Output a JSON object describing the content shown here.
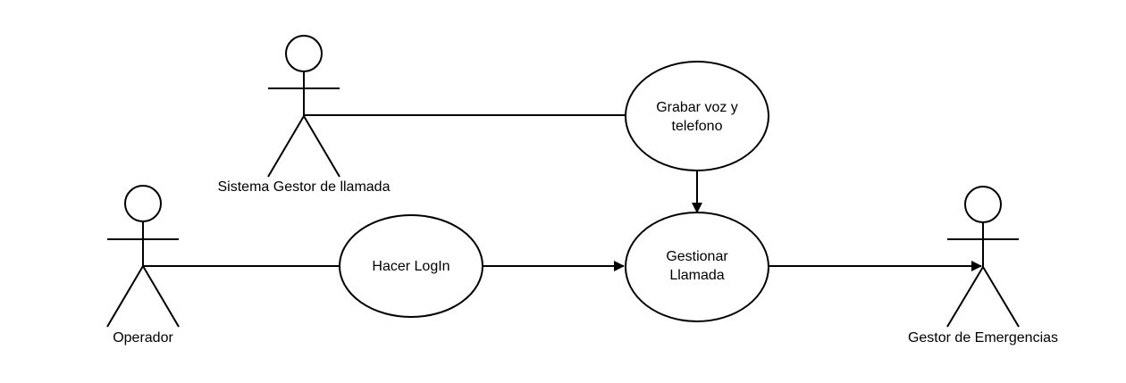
{
  "actors": {
    "sistema": {
      "label": "Sistema Gestor de llamada"
    },
    "operador": {
      "label": "Operador"
    },
    "gestor_emergencias": {
      "label": "Gestor de Emergencias"
    }
  },
  "use_cases": {
    "grabar": {
      "line1": "Grabar voz y",
      "line2": "telefono"
    },
    "login": {
      "line1": "Hacer LogIn"
    },
    "gestionar": {
      "line1": "Gestionar",
      "line2": "Llamada"
    }
  }
}
